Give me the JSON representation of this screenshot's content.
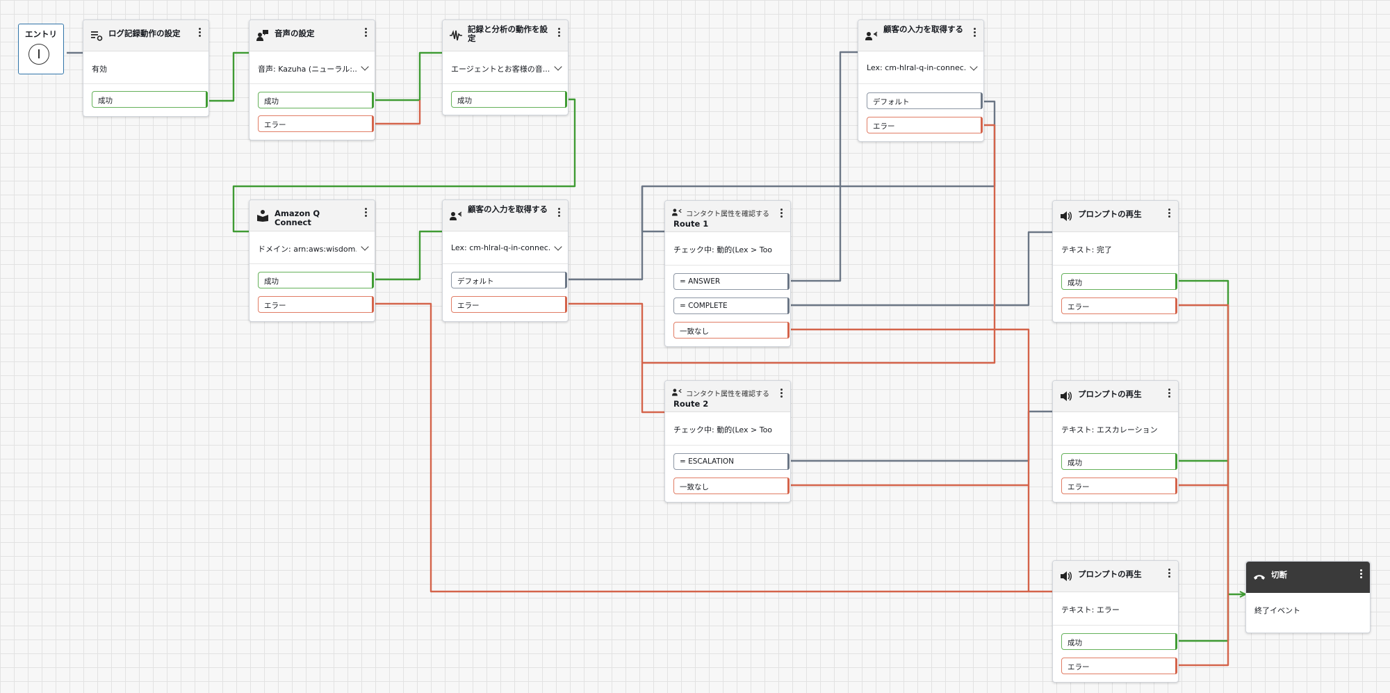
{
  "entry": {
    "label": "エントリ"
  },
  "blocks": {
    "logging": {
      "title": "ログ記録動作の設定",
      "body": "有効",
      "branches": {
        "success": "成功"
      }
    },
    "voice": {
      "title": "音声の設定",
      "body": "音声: Kazuha (ニューラル:...",
      "branches": {
        "success": "成功",
        "error": "エラー"
      }
    },
    "analytics": {
      "title": "記録と分析の動作を設定",
      "body": "エージェントとお客様の音...",
      "branches": {
        "success": "成功"
      }
    },
    "getInputTop": {
      "title": "顧客の入力を取得する",
      "body": "Lex: cm-hlral-q-in-connec...",
      "branches": {
        "default": "デフォルト",
        "error": "エラー"
      }
    },
    "qconnect": {
      "title": "Amazon Q Connect",
      "body": "ドメイン: arn:aws:wisdom...",
      "branches": {
        "success": "成功",
        "error": "エラー"
      }
    },
    "getInputMid": {
      "title": "顧客の入力を取得する",
      "body": "Lex: cm-hlral-q-in-connec...",
      "branches": {
        "default": "デフォルト",
        "error": "エラー"
      }
    },
    "route1": {
      "title": "コンタクト属性を確認する",
      "route": "Route 1",
      "body": "チェック中: 動的(Lex > Tool)",
      "branches": {
        "answer": "= ANSWER",
        "complete": "= COMPLETE",
        "nomatch": "一致なし"
      }
    },
    "route2": {
      "title": "コンタクト属性を確認する",
      "route": "Route 2",
      "body": "チェック中: 動的(Lex > Tool)",
      "branches": {
        "escalation": "= ESCALATION",
        "nomatch": "一致なし"
      }
    },
    "prompt1": {
      "title": "プロンプトの再生",
      "body": "テキスト: 完了",
      "branches": {
        "success": "成功",
        "error": "エラー"
      }
    },
    "prompt2": {
      "title": "プロンプトの再生",
      "body": "テキスト: エスカレーション",
      "branches": {
        "success": "成功",
        "error": "エラー"
      }
    },
    "prompt3": {
      "title": "プロンプトの再生",
      "body": "テキスト: エラー",
      "branches": {
        "success": "成功",
        "error": "エラー"
      }
    },
    "disconnect": {
      "title": "切断",
      "body": "終了イベント"
    }
  },
  "colors": {
    "success": "#3f9b33",
    "error": "#d4634a",
    "default": "#6b7685",
    "entry": "#2e73a8",
    "dark_header": "#3a3a3a"
  },
  "icons": {
    "logging": "list-settings-icon",
    "voice": "speech-icon",
    "analytics": "waveform-icon",
    "getInput": "person-input-icon",
    "qconnect": "book-person-icon",
    "route": "branch-check-icon",
    "prompt": "speaker-icon",
    "disconnect": "hang-up-phone-icon",
    "menu": "kebab-menu-icon",
    "expand": "chevron-down-icon"
  }
}
